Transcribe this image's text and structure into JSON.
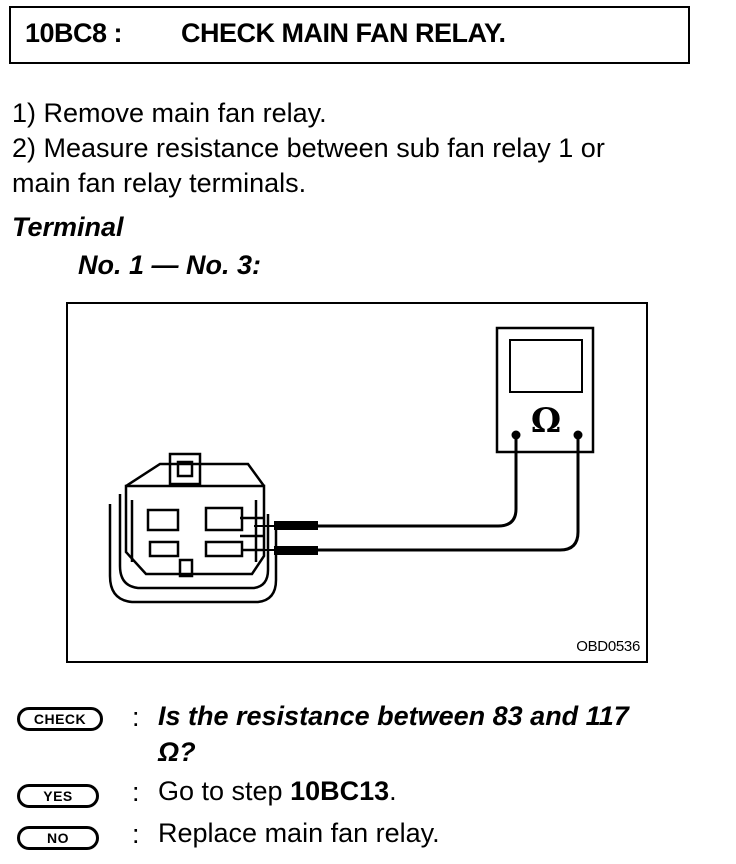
{
  "header": {
    "code": "10BC8 :",
    "title": "CHECK MAIN FAN RELAY."
  },
  "steps": [
    "1)  Remove main fan relay.",
    "2)  Measure resistance between sub fan relay 1 or",
    "main fan relay terminals."
  ],
  "terminal": {
    "heading": "Terminal",
    "pair": "No. 1 — No. 3:"
  },
  "figure": {
    "meter_symbol": "Ω",
    "code": "OBD0536"
  },
  "check": {
    "badge": "CHECK",
    "colon": ":",
    "question_line1": "Is the resistance between 83 and 117",
    "question_line2": "Ω?"
  },
  "yes": {
    "badge": "YES",
    "colon": ":",
    "text_prefix": "Go to step ",
    "step": "10BC13",
    "text_suffix": "."
  },
  "no": {
    "badge": "NO",
    "colon": ":",
    "text": "Replace main fan relay."
  }
}
